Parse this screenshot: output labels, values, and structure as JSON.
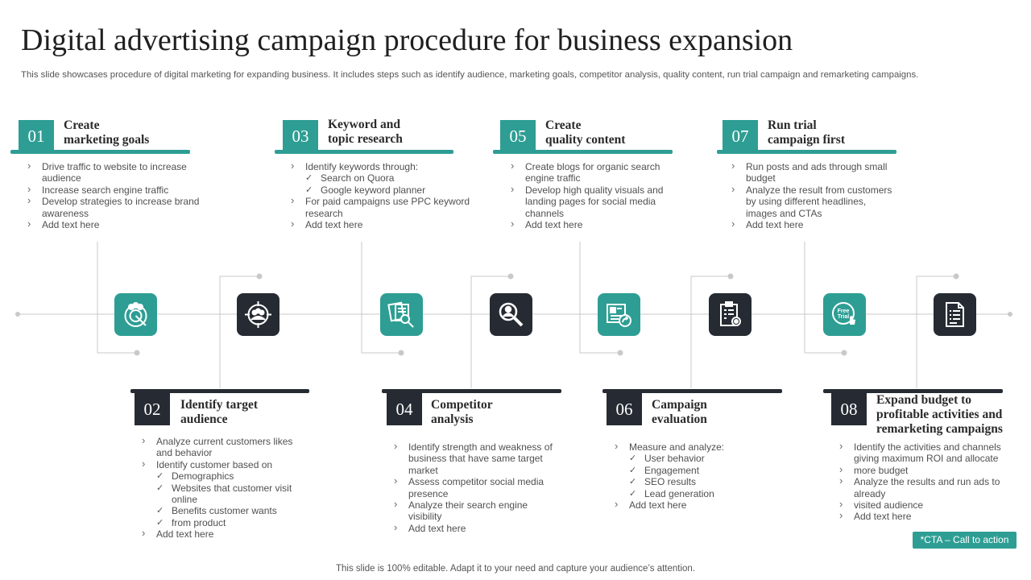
{
  "title": "Digital advertising campaign procedure for business expansion",
  "subtitle": "This slide showcases procedure of digital marketing for expanding business. It includes steps such as identify audience, marketing goals, competitor analysis, quality content, run trial campaign and remarketing campaigns.",
  "footer": "This slide is 100% editable. Adapt it to your need and capture your audience’s attention.",
  "cta": "*CTA – Call to action",
  "steps": [
    {
      "num": "01",
      "title": [
        "Create",
        "marketing goals"
      ],
      "items": [
        {
          "t": "Drive traffic to website to increase audience"
        },
        {
          "t": "Increase search engine traffic"
        },
        {
          "t": "Develop strategies to increase brand awareness"
        },
        {
          "t": "Add text here"
        }
      ]
    },
    {
      "num": "02",
      "title": [
        "Identify target",
        "audience"
      ],
      "items": [
        {
          "t": "Analyze  current customers likes and behavior"
        },
        {
          "t": "Identify customer based on",
          "sub": [
            "Demographics",
            "Websites that customer visit online",
            "Benefits customer wants",
            "from product"
          ]
        },
        {
          "t": "Add text here"
        }
      ]
    },
    {
      "num": "03",
      "title": [
        "Keyword and",
        "topic research"
      ],
      "items": [
        {
          "t": "Identify keywords through:",
          "sub": [
            "Search on Quora",
            "Google keyword planner"
          ]
        },
        {
          "t": "For paid campaigns use PPC keyword research"
        },
        {
          "t": "Add text here"
        }
      ]
    },
    {
      "num": "04",
      "title": [
        "Competitor",
        "analysis"
      ],
      "items": [
        {
          "t": "Identify strength and weakness of business that have same target market"
        },
        {
          "t": "Assess competitor social media presence"
        },
        {
          "t": "Analyze  their search engine visibility"
        },
        {
          "t": "Add text here"
        }
      ]
    },
    {
      "num": "05",
      "title": [
        "Create",
        "quality content"
      ],
      "items": [
        {
          "t": "Create blogs for organic search engine traffic"
        },
        {
          "t": "Develop high quality visuals and landing pages for social media channels"
        },
        {
          "t": "Add text here"
        }
      ]
    },
    {
      "num": "06",
      "title": [
        "Campaign",
        "evaluation"
      ],
      "items": [
        {
          "t": "Measure and analyze:",
          "sub": [
            "User behavior",
            "Engagement",
            "SEO results",
            "Lead generation"
          ]
        },
        {
          "t": "Add text here"
        }
      ]
    },
    {
      "num": "07",
      "title": [
        "Run trial",
        "campaign first"
      ],
      "items": [
        {
          "t": "Run posts and ads through small budget"
        },
        {
          "t": "Analyze  the result from customers by using different headlines, images and CTAs"
        },
        {
          "t": "Add text here"
        }
      ]
    },
    {
      "num": "08",
      "title": [
        "Expand budget to",
        "profitable activities and",
        "remarketing campaigns"
      ],
      "items": [
        {
          "t": "Identify the activities and channels giving maximum ROI  and allocate"
        },
        {
          "t": "more budget"
        },
        {
          "t": "Analyze  the results and run ads to already"
        },
        {
          "t": "visited audience"
        },
        {
          "t": "Add text here"
        }
      ]
    }
  ],
  "icons": [
    {
      "name": "target-goal-icon",
      "color": "teal"
    },
    {
      "name": "audience-target-icon",
      "color": "dark"
    },
    {
      "name": "research-documents-icon",
      "color": "teal"
    },
    {
      "name": "magnifier-user-icon",
      "color": "dark"
    },
    {
      "name": "content-share-icon",
      "color": "teal"
    },
    {
      "name": "clipboard-settings-icon",
      "color": "dark"
    },
    {
      "name": "free-trial-icon",
      "color": "teal",
      "label": "Free Trial"
    },
    {
      "name": "document-list-icon",
      "color": "dark"
    }
  ],
  "colors": {
    "teal": "#2e9e94",
    "dark": "#262b33"
  }
}
